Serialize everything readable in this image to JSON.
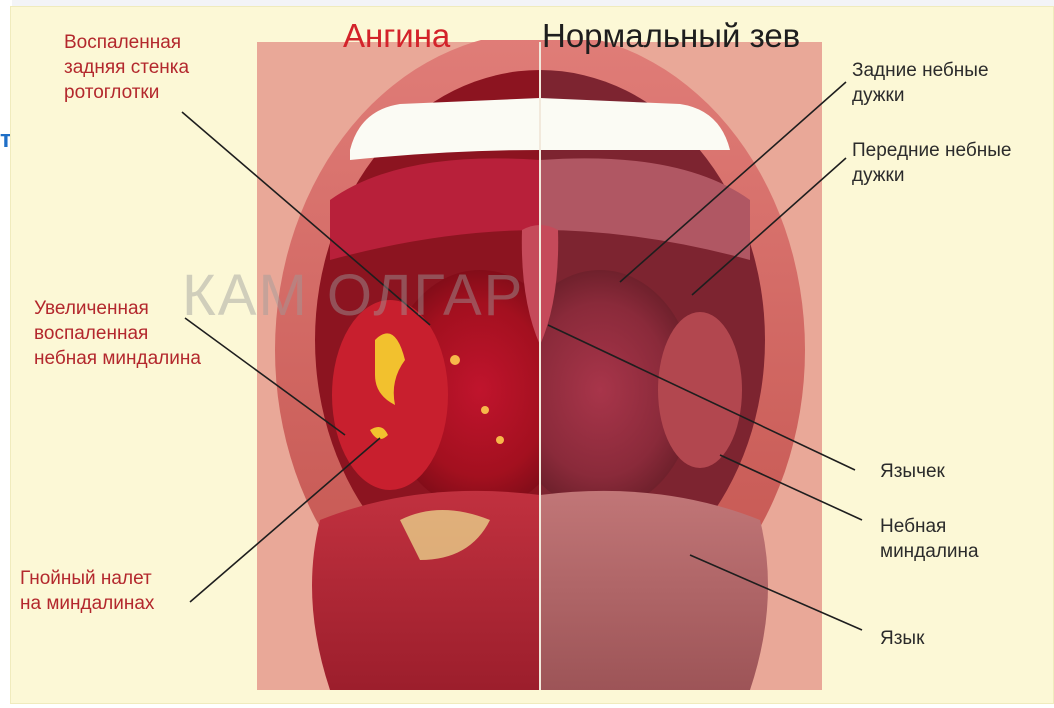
{
  "titles": {
    "left": "Ангина",
    "right": "Нормальный зев"
  },
  "watermark": "КАМ          ОЛГАР",
  "left_edge_text": "т",
  "labels": {
    "posterior_wall": "Воспаленная\nзадняя стенка\nротоглотки",
    "enlarged_tonsil": "Увеличенная\nвоспаленная\nнебная миндалина",
    "purulent_coating": "Гнойный налет\nна миндалинах",
    "posterior_arches": "Задние небные\nдужки",
    "anterior_arches": "Передние небные\nдужки",
    "uvula": "Язычек",
    "palatine_tonsil": "Небная\nминдалина",
    "tongue": "Язык"
  },
  "colors": {
    "background": "#fcf8d6",
    "angina_text": "#d3232a",
    "label_red": "#b3282d",
    "label_dark": "#2b2b2b"
  }
}
